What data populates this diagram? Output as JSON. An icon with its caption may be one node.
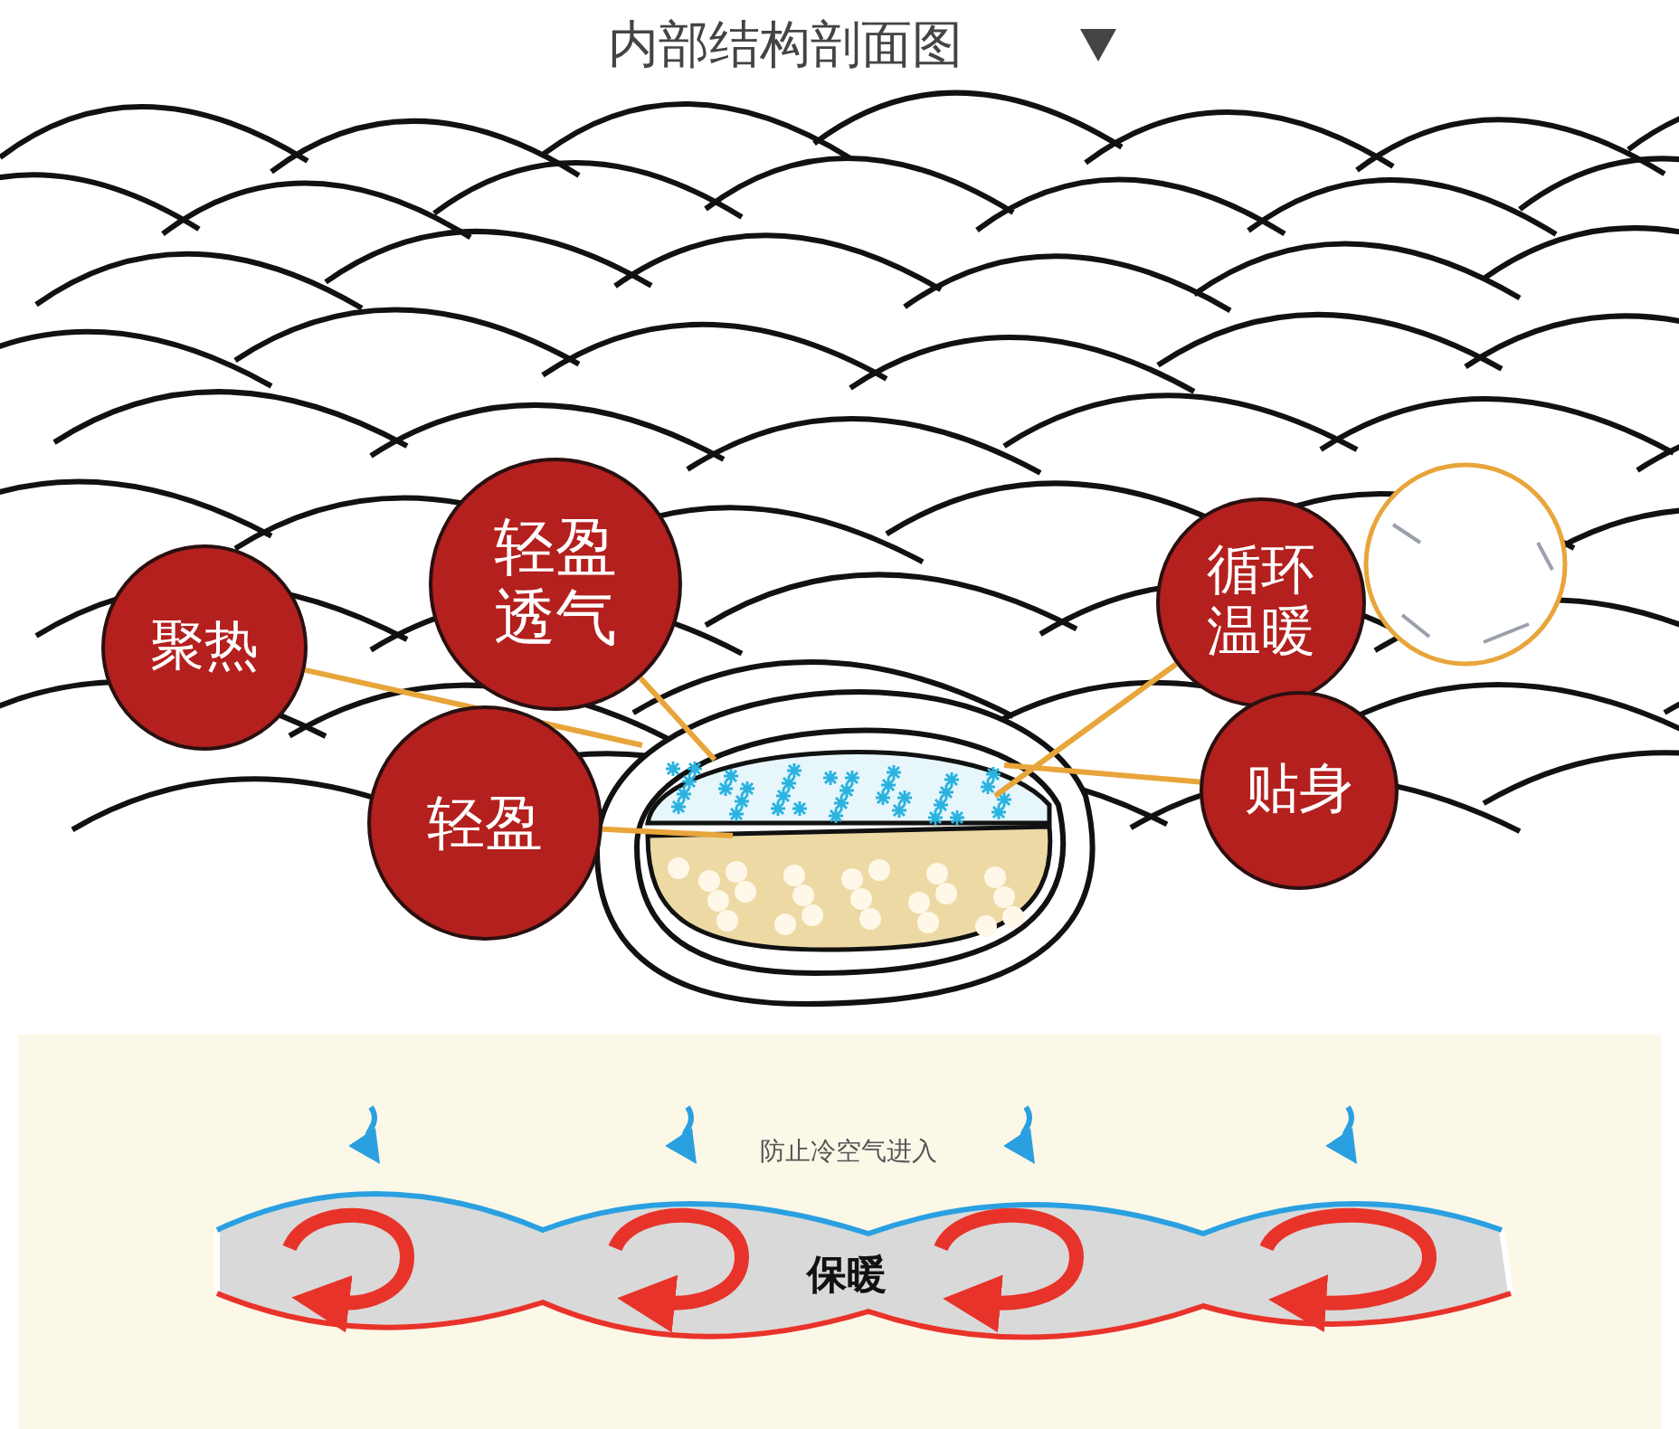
{
  "diagram": {
    "title": "内部结构剖面图",
    "nodes": [
      {
        "text": [
          "聚热"
        ]
      },
      {
        "text": [
          "轻盈透气"
        ]
      },
      {
        "text": [
          "轻盈"
        ]
      },
      {
        "text": [
          "循环温暖"
        ]
      },
      {
        "text": [
          "贴身"
        ]
      }
    ],
    "edges": [
      {
        "from": 0,
        "to": null,
        "arrow": "none"
      },
      {
        "from": 1,
        "to": null,
        "arrow": "none"
      },
      {
        "from": 2,
        "to": null,
        "arrow": "none"
      },
      {
        "from": 3,
        "to": null,
        "arrow": "none"
      },
      {
        "from": 4,
        "to": null,
        "arrow": "none"
      }
    ],
    "labels": [
      "防止冷空气进入",
      "保暖"
    ]
  }
}
